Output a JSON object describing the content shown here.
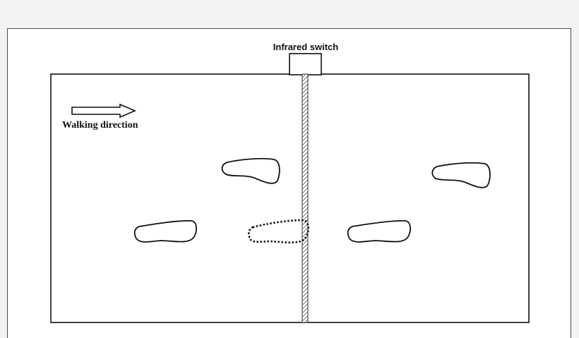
{
  "diagram": {
    "switch_label": "Infrared switch",
    "direction_label": "Walking direction",
    "icons": {
      "arrow": "right-arrow-icon",
      "switch": "infrared-switch-box",
      "footprint": "footprint-outline"
    },
    "colors": {
      "background": "#f3f3f3",
      "canvas": "#ffffff",
      "stroke": "#111111",
      "hatch": "#555555"
    }
  }
}
